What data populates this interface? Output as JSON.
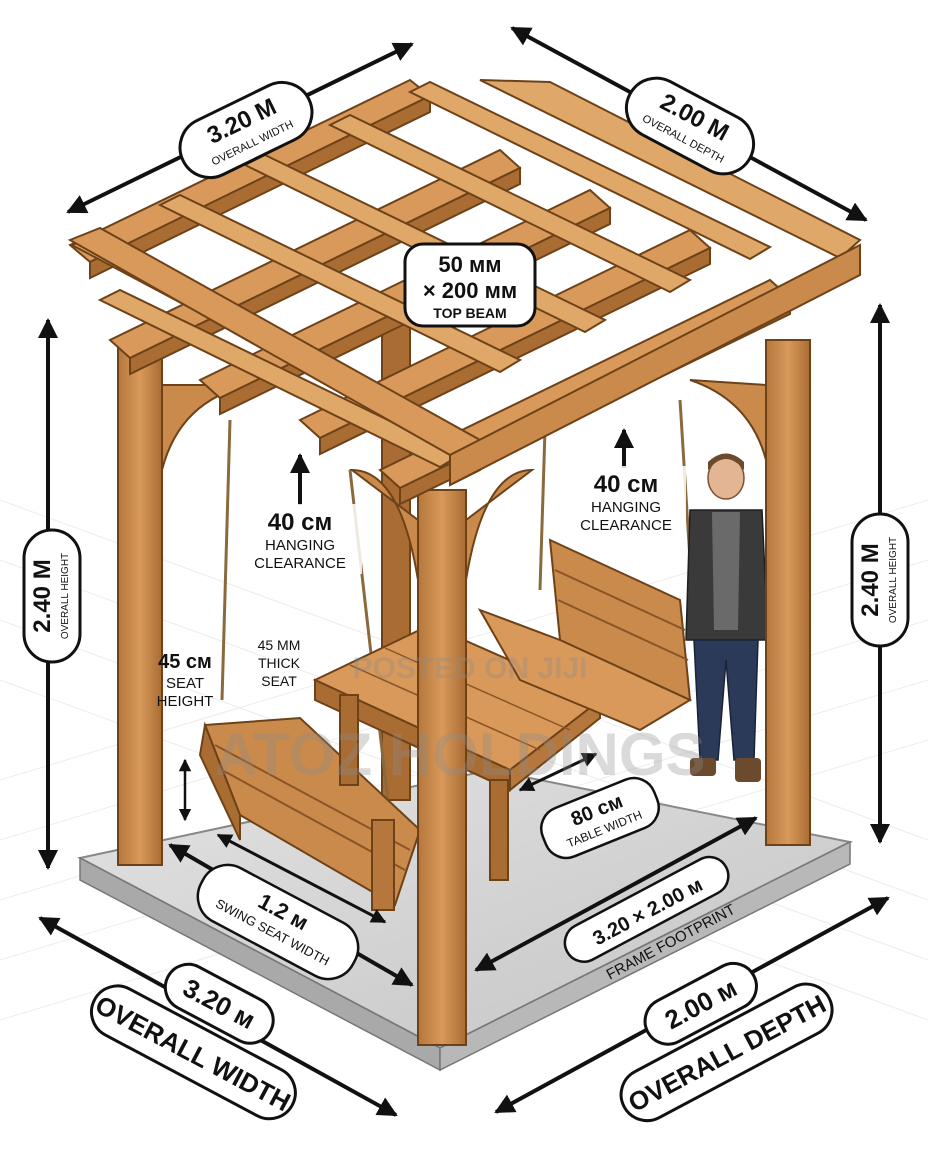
{
  "labels": {
    "top_width_value": "3.20 M",
    "top_width_caption": "OVERALL WIDTH",
    "top_depth_value": "2.00 M",
    "top_depth_caption": "OVERALL DEPTH",
    "beam_line1": "50 мм",
    "beam_line2": "× 200 мм",
    "beam_line3": "TOP BEAM",
    "clear_left_value": "40 см",
    "clear_left_l1": "HANGING",
    "clear_left_l2": "CLEARANCE",
    "clear_right_value": "40 см",
    "clear_right_l1": "HANGING",
    "clear_right_l2": "CLEARANCE",
    "height_left_value": "2.40 M",
    "height_left_caption": "OVERALL HEIGHT",
    "height_right_value": "2.40 M",
    "height_right_caption": "OVERALL HEIGHT",
    "seat_h_value": "45 см",
    "seat_h_l1": "SEAT",
    "seat_h_l2": "HEIGHT",
    "thick_l1": "45 MM",
    "thick_l2": "THICK",
    "thick_l3": "SEAT",
    "table_value": "80 см",
    "table_caption": "TABLE WIDTH",
    "swing_value": "1.2 м",
    "swing_caption": "SWING SEAT WIDTH",
    "footprint_value": "3.20 × 2.00 м",
    "footprint_caption": "FRAME FOOTPRINT",
    "bottom_width_value": "3.20 м",
    "bottom_width_caption": "OVERALL WIDTH",
    "bottom_depth_value": "2.00 м",
    "bottom_depth_caption": "OVERALL DEPTH"
  },
  "watermarks": {
    "posted": "POSTED ON JIJI",
    "brand": "ATOZ HOLDINGS"
  },
  "colors": {
    "wood": "#c98a4b",
    "wood_dark": "#8a5526",
    "wood_light": "#e0a868",
    "slab": "#cfcfcf",
    "ink": "#111111"
  }
}
